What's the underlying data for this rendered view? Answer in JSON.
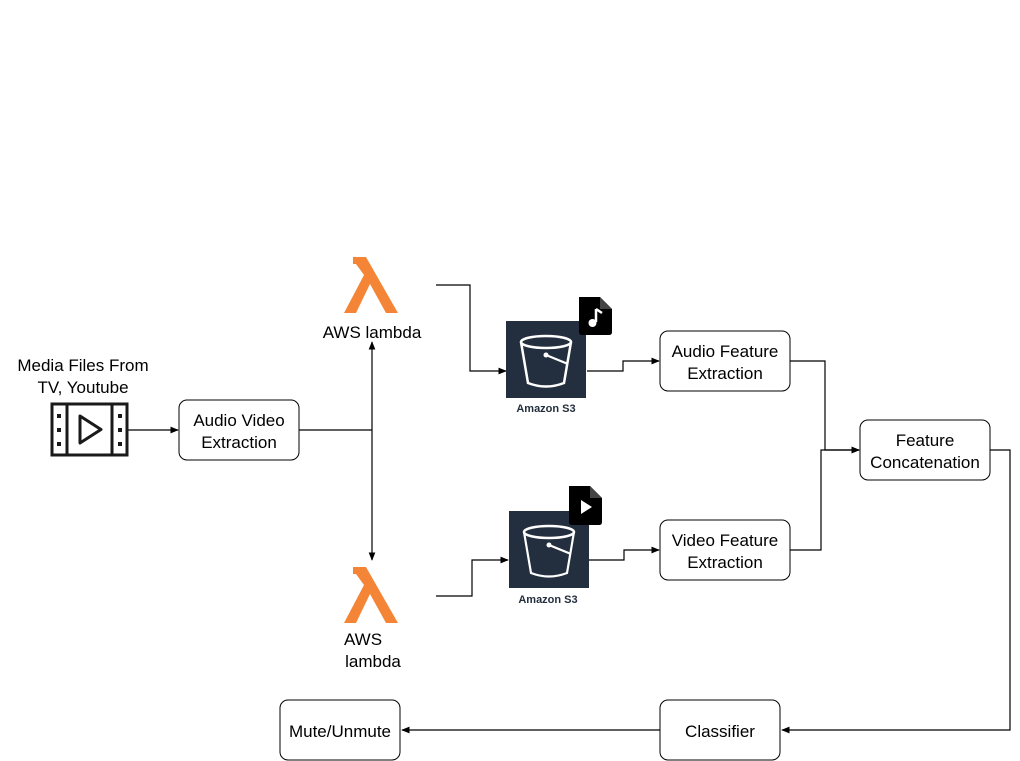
{
  "colors": {
    "lambda_orange": "#F58536",
    "s3_dark": "#232F3E",
    "line": "#000000"
  },
  "source": {
    "label_line1": "Media Files From",
    "label_line2": "TV, Youtube",
    "icon": "video-file-icon"
  },
  "nodes": {
    "audio_video_extraction": {
      "line1": "Audio Video",
      "line2": "Extraction"
    },
    "audio_feature_extraction": {
      "line1": "Audio Feature",
      "line2": "Extraction"
    },
    "video_feature_extraction": {
      "line1": "Video Feature",
      "line2": "Extraction"
    },
    "feature_concatenation": {
      "line1": "Feature",
      "line2": "Concatenation"
    },
    "classifier": {
      "line1": "Classifier"
    },
    "mute_unmute": {
      "line1": "Mute/Unmute"
    }
  },
  "lambda_top": {
    "label": "AWS lambda",
    "icon": "aws-lambda-icon"
  },
  "lambda_bottom": {
    "label_line1": "AWS",
    "label_line2": "lambda",
    "icon": "aws-lambda-icon"
  },
  "s3_audio": {
    "label": "Amazon S3",
    "icon": "amazon-s3-bucket-icon",
    "badge": "audio-file-icon"
  },
  "s3_video": {
    "label": "Amazon S3",
    "icon": "amazon-s3-bucket-icon",
    "badge": "video-file-icon"
  }
}
